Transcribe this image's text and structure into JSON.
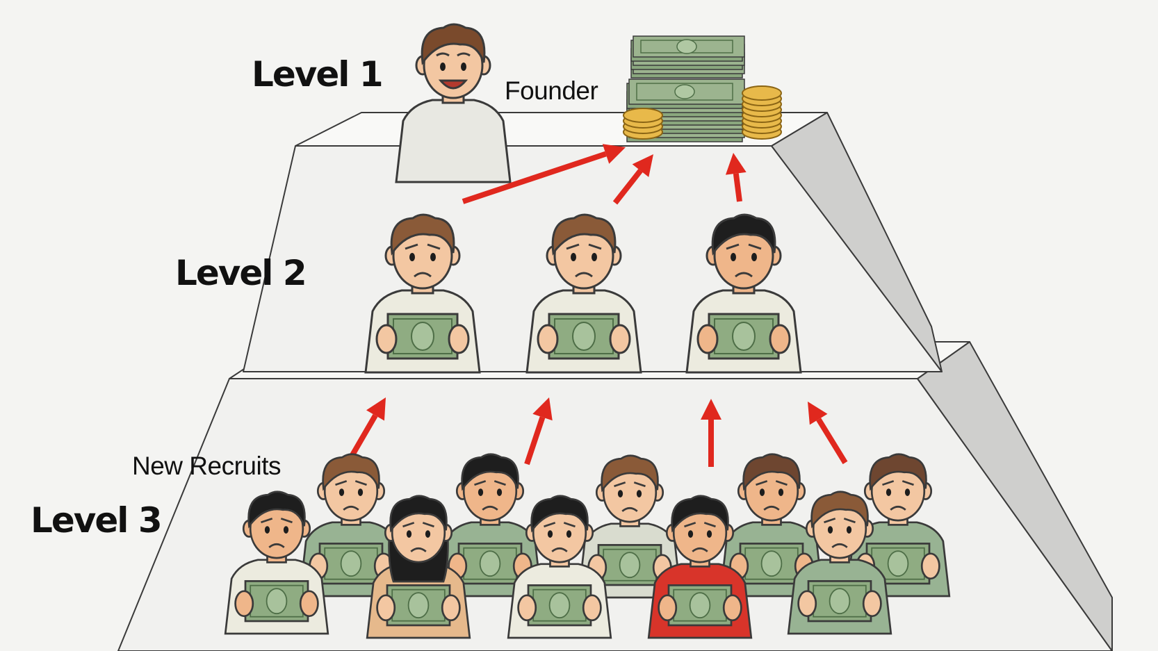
{
  "labels": {
    "level1": "Level 1",
    "level2": "Level 2",
    "level3": "Level 3",
    "founder": "Founder",
    "new_recruits": "New Recruits"
  },
  "colors": {
    "arrow": "#e0281e",
    "tier_face": "#f1f1ef",
    "tier_side": "#cfcfcd",
    "outline": "#3a3a3a",
    "skin": "#f3c7a2",
    "bill": "#8fac82",
    "coin": "#e8b94a"
  },
  "level2_people": [
    {
      "hair": "#8a5a38",
      "shirt": "#ecebdf",
      "skin": "#f3c7a2"
    },
    {
      "hair": "#8a5a38",
      "shirt": "#ecebdf",
      "skin": "#f3c7a2"
    },
    {
      "hair": "#1e1e1e",
      "shirt": "#ecebdf",
      "skin": "#efb68a"
    }
  ],
  "level3_people": [
    {
      "hair": "#1e1e1e",
      "shirt": "#ecebdf",
      "skin": "#efb68a"
    },
    {
      "hair": "#8a5a38",
      "shirt": "#98b393",
      "skin": "#f3c7a2"
    },
    {
      "hair": "#1e1e1e",
      "shirt": "#e6b98c",
      "skin": "#f3c7a2",
      "long_hair": true
    },
    {
      "hair": "#1e1e1e",
      "shirt": "#98b393",
      "skin": "#efb68a"
    },
    {
      "hair": "#1e1e1e",
      "shirt": "#ecebdf",
      "skin": "#f3c7a2"
    },
    {
      "hair": "#8a5a38",
      "shirt": "#d9dccf",
      "skin": "#f3c7a2"
    },
    {
      "hair": "#1e1e1e",
      "shirt": "#d8342a",
      "skin": "#efb68a"
    },
    {
      "hair": "#6e4630",
      "shirt": "#98b393",
      "skin": "#efb68a"
    },
    {
      "hair": "#8a5a38",
      "shirt": "#98b393",
      "skin": "#f3c7a2"
    },
    {
      "hair": "#6e4630",
      "shirt": "#98b393",
      "skin": "#f3c7a2"
    }
  ]
}
